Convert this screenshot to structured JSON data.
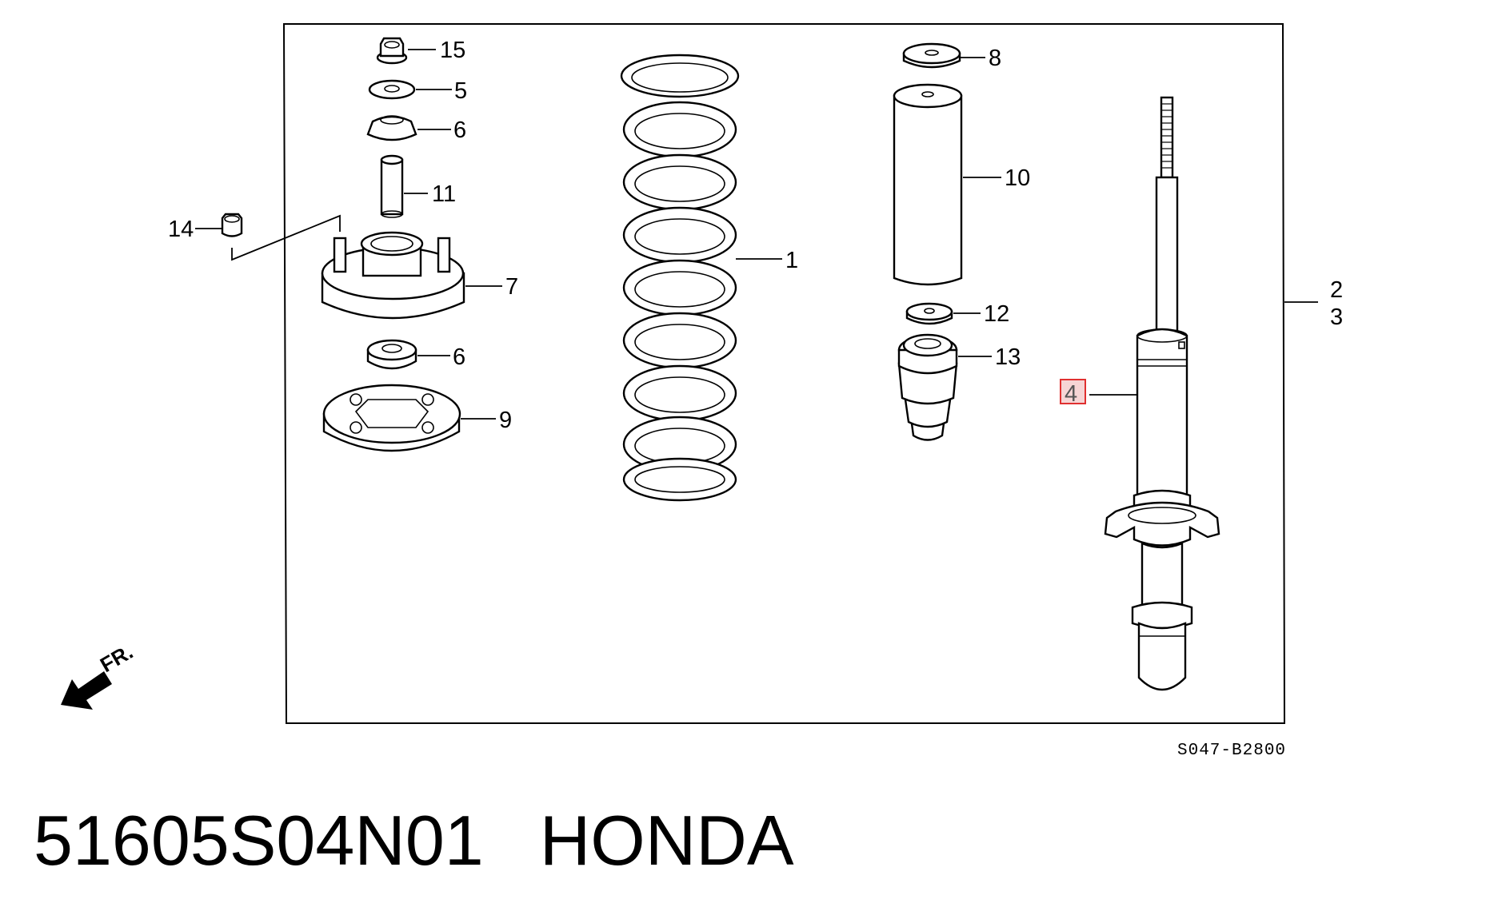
{
  "callouts": {
    "c15": "15",
    "c5": "5",
    "c6a": "6",
    "c11": "11",
    "c14": "14",
    "c7": "7",
    "c6b": "6",
    "c9": "9",
    "c1": "1",
    "c8": "8",
    "c10": "10",
    "c12": "12",
    "c13": "13",
    "c2": "2",
    "c3": "3",
    "c4": "4"
  },
  "direction_label": "FR.",
  "diagram_code": "S047-B2800",
  "footer": {
    "part_number": "51605S04N01",
    "brand": "HONDA"
  },
  "colors": {
    "ink": "#000000",
    "highlight": "#e03030",
    "highlight_fill": "#f6d5d5"
  },
  "icons": {
    "direction": "front-arrow-icon"
  }
}
